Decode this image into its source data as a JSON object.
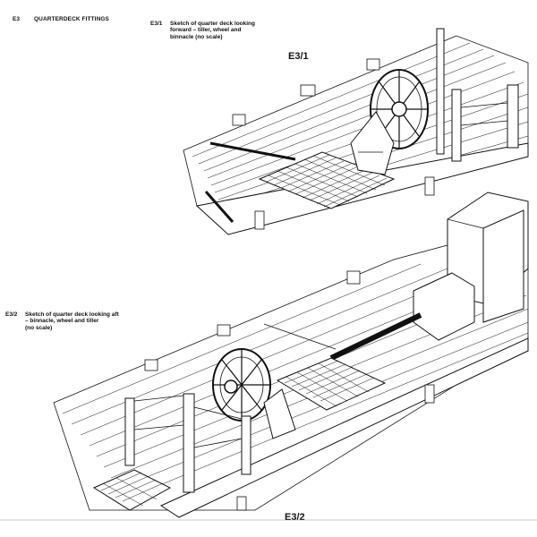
{
  "section": {
    "ref": "E3",
    "title": "QUARTERDECK FITTINGS"
  },
  "figures": [
    {
      "ref": "E3/1",
      "caption_lines": [
        "Sketch of quarter deck looking",
        "forward – tiller, wheel and",
        "binnacle (no scale)"
      ],
      "label": "E3/1"
    },
    {
      "ref": "E3/2",
      "caption_lines": [
        "Sketch of quarter deck looking aft",
        "– binnacle, wheel and tiller",
        "(no scale)"
      ],
      "label": "E3/2"
    }
  ]
}
